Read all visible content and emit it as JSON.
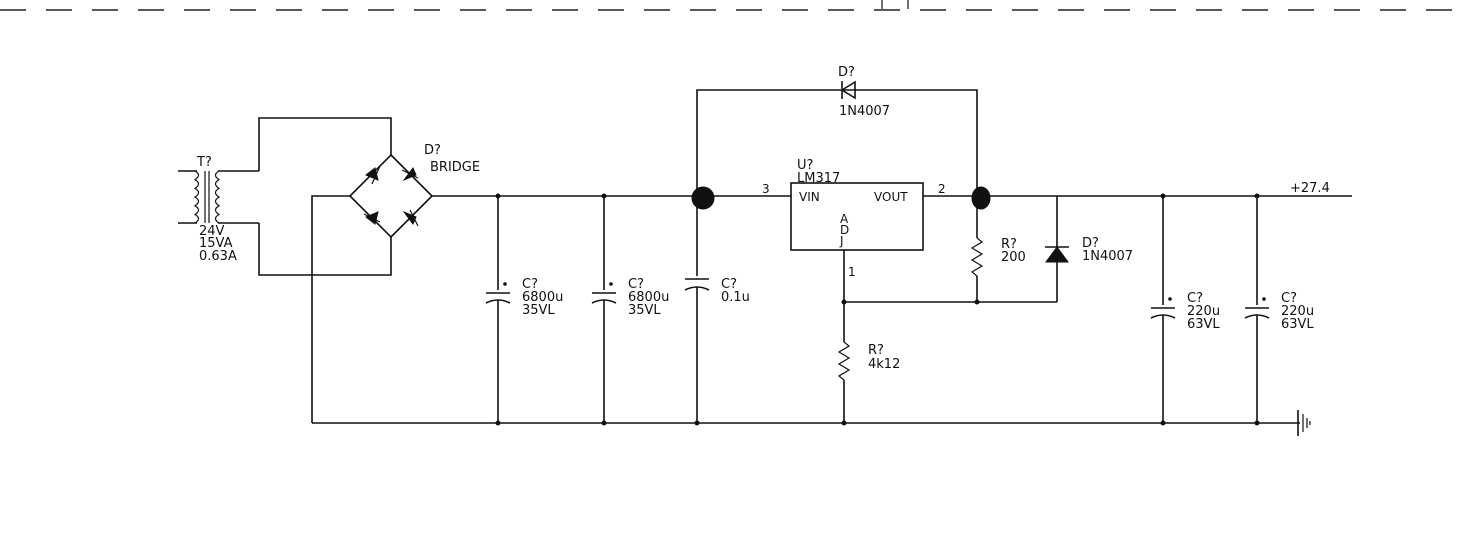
{
  "transformer": {
    "ref": "T?",
    "voltage": "24V",
    "power": "15VA",
    "current": "0.63A"
  },
  "bridge": {
    "ref": "D?",
    "value": "BRIDGE"
  },
  "c1": {
    "ref": "C?",
    "value": "6800u",
    "rating": "35VL"
  },
  "c2": {
    "ref": "C?",
    "value": "6800u",
    "rating": "35VL"
  },
  "c3": {
    "ref": "C?",
    "value": "0.1u"
  },
  "d_top": {
    "ref": "D?",
    "value": "1N4007"
  },
  "regulator": {
    "ref": "U?",
    "value": "LM317",
    "pin_vin": "VIN",
    "pin_vout": "VOUT",
    "pin_adj_a": "A",
    "pin_adj_d": "D",
    "pin_adj_j": "J",
    "pin_num_in": "3",
    "pin_num_out": "2",
    "pin_num_adj": "1"
  },
  "r1": {
    "ref": "R?",
    "value": "200"
  },
  "d_shunt": {
    "ref": "D?",
    "value": "1N4007"
  },
  "r2": {
    "ref": "R?",
    "value": "4k12"
  },
  "c4": {
    "ref": "C?",
    "value": "220u",
    "rating": "63VL"
  },
  "c5": {
    "ref": "C?",
    "value": "220u",
    "rating": "63VL"
  },
  "output": {
    "label": "+27.4"
  }
}
